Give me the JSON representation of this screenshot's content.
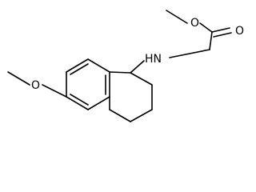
{
  "atoms": {
    "ester_carbonyl_oxygen": "O",
    "ester_single_oxygen": "O",
    "amine": "HN",
    "methoxy_oxygen": "O"
  }
}
